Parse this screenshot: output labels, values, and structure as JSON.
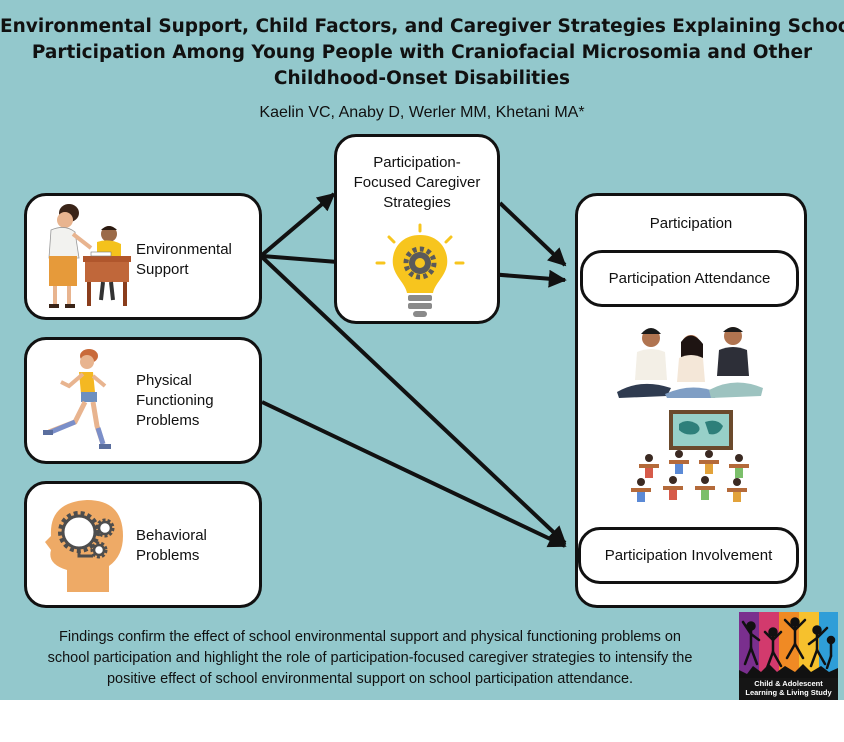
{
  "title": {
    "line1": "Environmental Support, Child Factors, and Caregiver Strategies Explaining School",
    "line2": "Participation Among Young People with Craniofacial Microsomia and Other",
    "line3": "Childhood-Onset Disabilities"
  },
  "authors": "Kaelin VC, Anaby D, Werler MM, Khetani MA*",
  "nodes": {
    "environmental_support": {
      "line1": "Environmental",
      "line2": "Support",
      "icon": "teacher-student-icon"
    },
    "physical_functioning": {
      "line1": "Physical",
      "line2": "Functioning",
      "line3": "Problems",
      "icon": "runner-icon"
    },
    "behavioral": {
      "line1": "Behavioral",
      "line2": "Problems",
      "icon": "head-gears-icon"
    },
    "caregiver_strategies": {
      "line1": "Participation-",
      "line2": "Focused Caregiver",
      "line3": "Strategies",
      "icon": "lightbulb-gear-icon"
    },
    "participation": {
      "heading": "Participation",
      "attendance": "Participation Attendance",
      "involvement": "Participation Involvement",
      "icons": [
        "group-of-youth-icon",
        "classroom-icon"
      ]
    }
  },
  "finding": {
    "line1": "Findings confirm the effect of school environmental support and physical functioning problems on",
    "line2": "school participation and highlight the role of participation-focused caregiver strategies to intensify the",
    "line3": "positive effect of school environmental support on school participation attendance."
  },
  "logo": {
    "line1": "Child & Adolescent",
    "line2": "Learning & Living Study",
    "stripe_colors": [
      "#7a2f8e",
      "#d23a6d",
      "#f08a24",
      "#f6c12d",
      "#2f9ed8"
    ]
  },
  "colors": {
    "background": "#93c8cc",
    "box_border": "#111111",
    "arrow": "#111111"
  }
}
